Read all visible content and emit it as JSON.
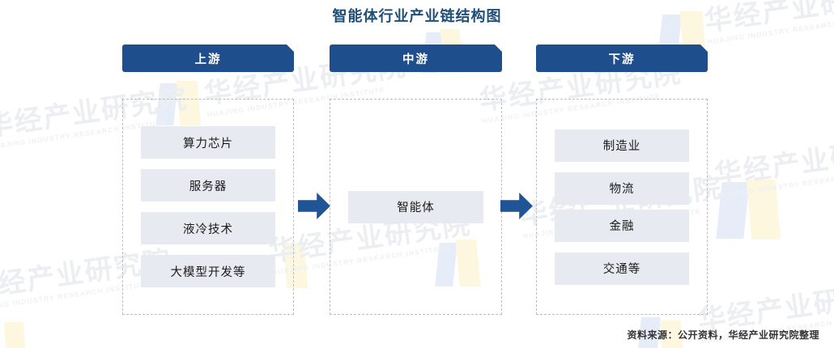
{
  "chart_title": "智能体行业产业链结构图",
  "source_note": "资料来源：公开资料，华经产业研究院整理",
  "colors": {
    "banner_blue": "#1f4e8c",
    "arrow_blue": "#1f5597",
    "item_fill": "#e7eaf0",
    "title_blue": "#1f4e79",
    "panel_border": "#b9bcc2",
    "petal_blue": "#e6edf8",
    "petal_cream": "#fdf7e0",
    "watermark_gray": "#eceef1"
  },
  "watermark": {
    "main_text": "华经产业研究院",
    "sub_text": "HUAJING INDUSTRY RESEARCH INSTITUTE"
  },
  "chart_data": {
    "type": "diagram",
    "title": "智能体行业产业链结构图",
    "stages": [
      {
        "key": "upstream",
        "label": "上游",
        "items": [
          "算力芯片",
          "服务器",
          "液冷技术",
          "大模型开发等"
        ]
      },
      {
        "key": "midstream",
        "label": "中游",
        "items": [
          "智能体"
        ]
      },
      {
        "key": "downstream",
        "label": "下游",
        "items": [
          "制造业",
          "物流",
          "金融",
          "交通等"
        ]
      }
    ],
    "connectors": [
      {
        "from": "upstream",
        "to": "midstream",
        "kind": "block-arrow-right"
      },
      {
        "from": "midstream",
        "to": "downstream",
        "kind": "block-arrow-right"
      }
    ]
  }
}
